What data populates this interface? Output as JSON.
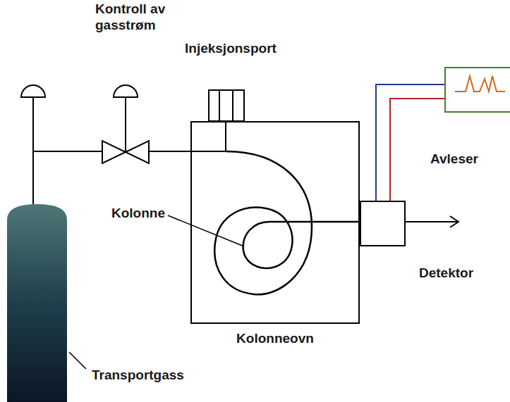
{
  "diagram": {
    "nodes": [
      {
        "text": [
          "Transportgass"
        ]
      },
      {
        "text": [
          "Kolonneovn"
        ]
      },
      {
        "text": [
          "Detektor"
        ]
      },
      {
        "text": [
          "Avleser"
        ]
      }
    ],
    "edges": [
      {
        "from": 0,
        "to": 1,
        "arrow": "none"
      },
      {
        "from": 2,
        "to": 3,
        "arrow": "none"
      },
      {
        "from": 2,
        "to": 3,
        "arrow": "none"
      }
    ],
    "labels": [
      "Kontroll av gasstrøm",
      "Injeksjonsport",
      "Kolonne"
    ]
  }
}
